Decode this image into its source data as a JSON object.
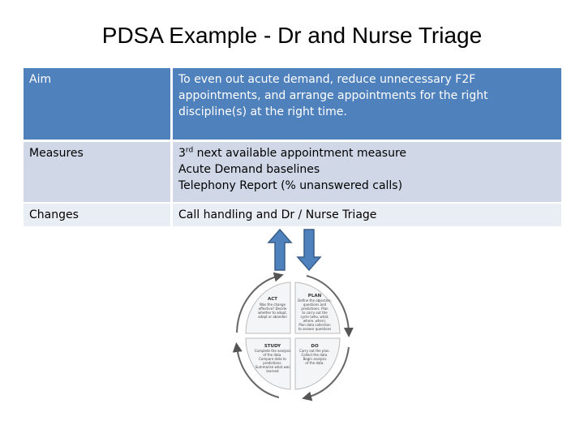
{
  "title": "PDSA Example - Dr and Nurse Triage",
  "table": {
    "aim_label": "Aim",
    "aim_lines": [
      "To even out acute demand, reduce unnecessary F2F",
      "appointments, and arrange appointments for the right",
      "discipline(s) at the right time."
    ],
    "measures_label": "Measures",
    "measures_line1_prefix": "3",
    "measures_line1_sup": "rd",
    "measures_line1_rest": " next available appointment measure",
    "measures_line2": "Acute Demand baselines",
    "measures_line3": "Telephony Report (% unanswered calls)",
    "changes_label": "Changes",
    "changes_value": "Call handling and Dr / Nurse Triage"
  },
  "cycle": {
    "act": "ACT",
    "plan": "PLAN",
    "study": "STUDY",
    "do": "DO",
    "act_lines": [
      "Was the change",
      "effective? Decide",
      "whether to adopt,",
      "adapt or abandon"
    ],
    "plan_lines": [
      "Define the objective,",
      "questions and",
      "predictions. Plan",
      "to carry out the",
      "cycle (who, what,",
      "where, when).",
      "Plan data collection",
      "to answer questions"
    ],
    "study_lines": [
      "Complete the analysis",
      "of the data.",
      "Compare data to",
      "predictions.",
      "Summarise what was",
      "learned"
    ],
    "do_lines": [
      "Carry out the plan.",
      "Collect the data.",
      "Begin analysis",
      "of the data."
    ]
  },
  "colors": {
    "aim_bg": "#4f81bd",
    "measures_bg": "#d0d8e8",
    "changes_bg": "#e9edf4",
    "arrow_fill": "#4f81bd",
    "arrow_stroke": "#385d8a"
  }
}
